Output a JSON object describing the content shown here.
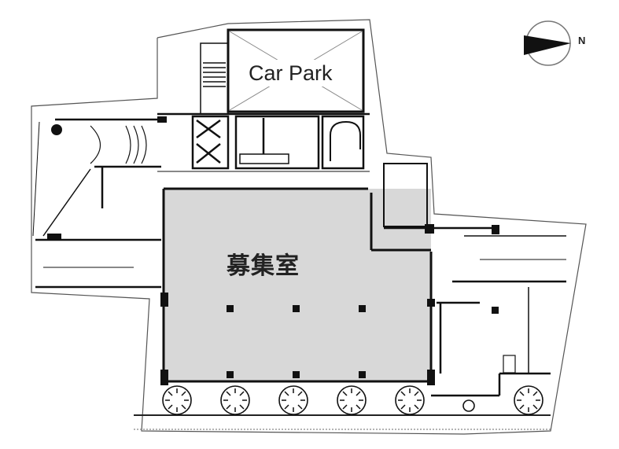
{
  "floor_plan": {
    "rooms": [
      {
        "id": "car-park",
        "label": "Car Park"
      },
      {
        "id": "main-hall",
        "label": "募集室"
      }
    ],
    "compass": {
      "label": "N",
      "direction": "right"
    },
    "trees_count": 7,
    "colors": {
      "hall_fill": "#d8d8d8",
      "wall": "#111111",
      "background": "#ffffff"
    }
  }
}
